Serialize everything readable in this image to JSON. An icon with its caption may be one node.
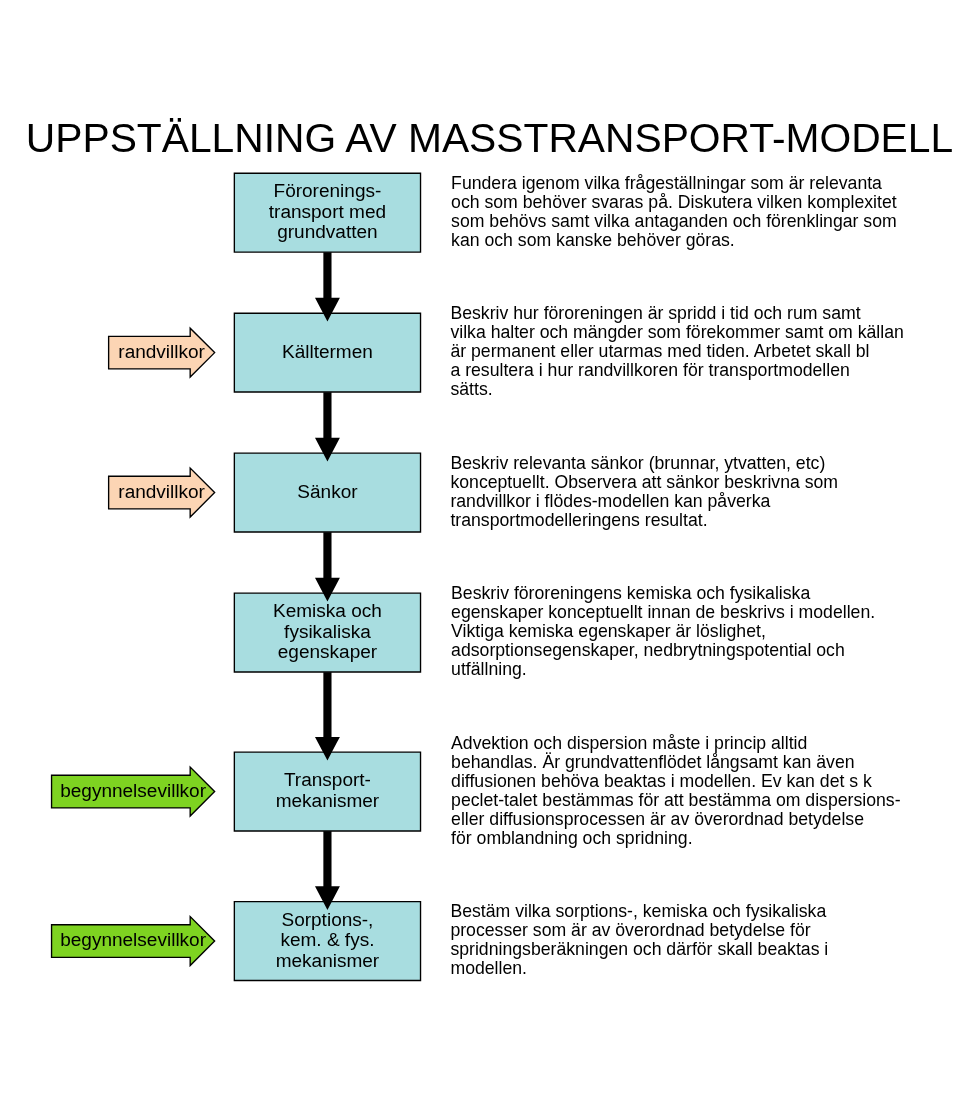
{
  "diagram": {
    "title": "UPPSTÄLLNING AV MASSTRANSPORT-MODELL",
    "nodes": [
      {
        "text": [
          "Förorenings- transport med grundvatten"
        ],
        "beside": [
          "Fundera igenom vilka frågeställningar som är relevanta och som behöver svaras på. Diskutera vilken komplexitet som behövs samt vilka antaganden och förenklingar som kan och som kanske behöver göras."
        ]
      },
      {
        "text": [
          "randvillkor"
        ]
      },
      {
        "text": [
          "Källtermen"
        ],
        "beside": [
          "Beskriv hur föroreningen är spridd i tid och rum samt vilka halter och mängder som förekommer samt om källan är permanent eller utarmas med tiden. Arbetet skall bl a resultera i hur randvillkoren för transportmodellen sätts."
        ]
      },
      {
        "text": [
          "randvillkor"
        ]
      },
      {
        "text": [
          "Sänkor"
        ],
        "beside": [
          "Beskriv relevanta sänkor (brunnar, ytvatten, etc) konceptuellt. Observera att sänkor beskrivna som randvillkor i flödes-modellen kan påverka transportmodelleringens resultat."
        ]
      },
      {
        "text": [
          "Kemiska och fysikaliska egenskaper"
        ],
        "beside": [
          "Beskriv föroreningens kemiska och fysikaliska egenskaper konceptuellt innan de beskrivs i modellen. Viktiga kemiska egenskaper är löslighet, adsorptionsegenskaper, nedbrytningspotential och utfällning."
        ]
      },
      {
        "text": [
          "begynnelsevillkor"
        ]
      },
      {
        "text": [
          "Transport- mekanismer"
        ],
        "beside": [
          "Advektion och dispersion måste i princip alltid behandlas. Är grundvattenflödet långsamt kan även diffusionen behöva beaktas i modellen. Ev kan det s k peclet-talet bestämmas för att bestämma om dispersions- eller diffusionsprocessen är av överordnad betydelse för omblandning och spridning."
        ]
      },
      {
        "text": [
          "begynnelsevillkor"
        ]
      },
      {
        "text": [
          "Sorptions-, kem. & fys. mekanismer"
        ],
        "beside": [
          "Bestäm vilka sorptions-, kemiska och fysikaliska processer som är av överordnad betydelse för spridningsberäkningen och därför skall beaktas i modellen."
        ]
      }
    ],
    "edges": [
      {
        "from": 0,
        "to": 2,
        "arrow": "to"
      },
      {
        "from": 2,
        "to": 4,
        "arrow": "to"
      },
      {
        "from": 4,
        "to": 5,
        "arrow": "to"
      },
      {
        "from": 5,
        "to": 7,
        "arrow": "to"
      },
      {
        "from": 7,
        "to": 9,
        "arrow": "to"
      }
    ]
  }
}
